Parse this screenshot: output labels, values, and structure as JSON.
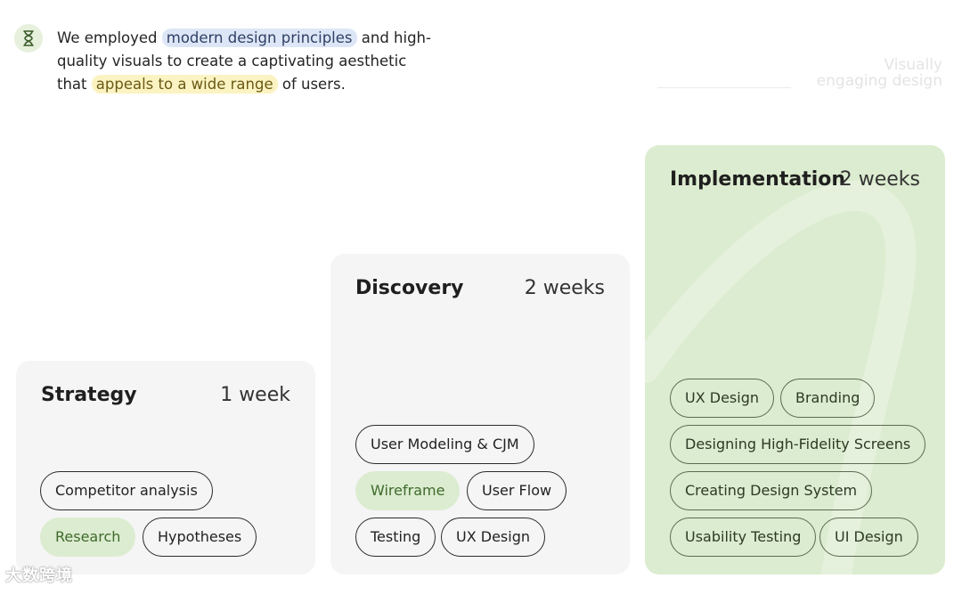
{
  "intro": {
    "icon": "hourglass-icon",
    "part1": "We employed ",
    "highlight1": "modern design principles",
    "part2": " and high-quality visuals to create a captivating aesthetic that ",
    "highlight2": "appeals to a wide range",
    "part3": " of users."
  },
  "faded_caption": {
    "line1": "Visually",
    "line2": "engaging design"
  },
  "stages": {
    "strategy": {
      "title": "Strategy",
      "duration": "1 week",
      "chips": [
        "Competitor analysis",
        "Research",
        "Hypotheses"
      ]
    },
    "discovery": {
      "title": "Discovery",
      "duration": "2 weeks",
      "chips": [
        "User Modeling & CJM",
        "Wireframe",
        "User Flow",
        "Testing",
        "UX Design"
      ]
    },
    "implementation": {
      "title": "Implementation",
      "duration": "2 weeks",
      "chips": [
        "UX Design",
        "Branding",
        "Designing High-Fidelity Screens",
        "Creating Design System",
        "Usability Testing",
        "UI Design"
      ]
    }
  },
  "watermark": "大数跨境",
  "colors": {
    "card_gray": "#f5f5f5",
    "card_green": "#dcecd0",
    "highlight_blue": "#dde6f6",
    "highlight_yellow": "#fbf3c2"
  }
}
